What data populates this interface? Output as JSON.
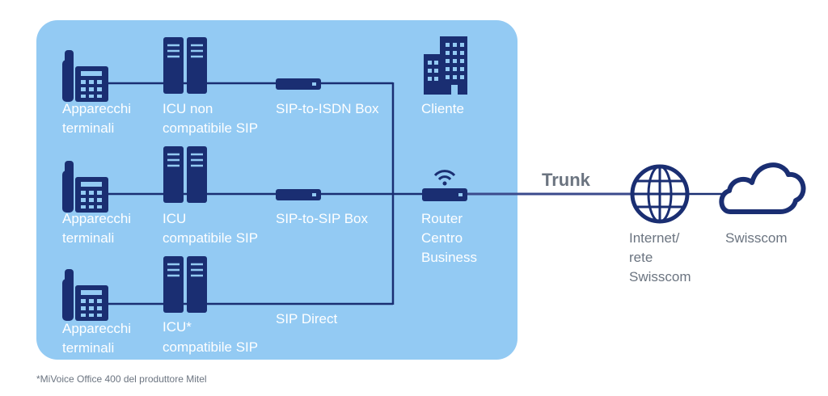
{
  "colors": {
    "panel": "#93caf3",
    "navy": "#1a2e72",
    "text_light": "#ffffff",
    "text_gray": "#6b7480"
  },
  "rows": [
    {
      "phone_label": [
        "Apparecchi",
        "terminali"
      ],
      "icu_label": [
        "ICU non",
        "compatibile SIP"
      ],
      "link_label": "SIP-to-ISDN Box",
      "has_box": true
    },
    {
      "phone_label": [
        "Apparecchi",
        "terminali"
      ],
      "icu_label": [
        "ICU",
        "compatibile SIP"
      ],
      "link_label": "SIP-to-SIP Box",
      "has_box": true
    },
    {
      "phone_label": [
        "Apparecchi",
        "terminali"
      ],
      "icu_label": [
        "ICU*",
        "compatibile SIP"
      ],
      "link_label": "SIP Direct",
      "has_box": false
    }
  ],
  "customer": {
    "label": "Cliente",
    "icon": "building-icon"
  },
  "router": {
    "label": [
      "Router",
      "Centro",
      "Business"
    ],
    "icon": "router-icon"
  },
  "trunk": {
    "label": "Trunk"
  },
  "internet": {
    "label": [
      "Internet/",
      "rete",
      "Swisscom"
    ],
    "icon": "globe-icon"
  },
  "cloud": {
    "label": "Swisscom",
    "icon": "cloud-icon"
  },
  "footnote": "*MiVoice Office 400 del produttore Mitel"
}
